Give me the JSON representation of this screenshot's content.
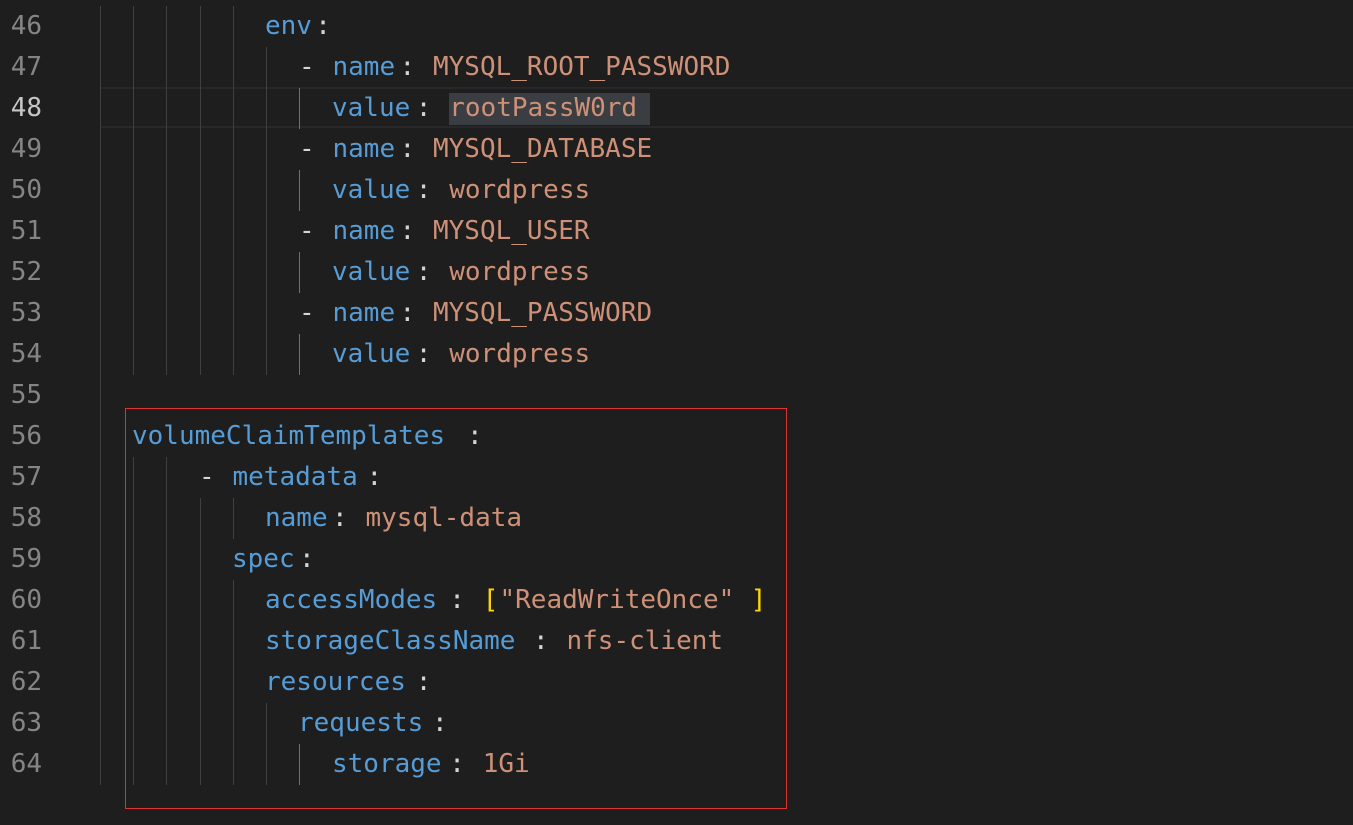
{
  "editor": {
    "current_line": 48,
    "lines": [
      {
        "number": "46",
        "tokens": [
          {
            "t": "env",
            "c": "key"
          },
          {
            "t": ":",
            "c": "punc"
          }
        ]
      },
      {
        "number": "47",
        "tokens": [
          {
            "t": "- ",
            "c": "dash"
          },
          {
            "t": "name",
            "c": "key"
          },
          {
            "t": ": ",
            "c": "punc"
          },
          {
            "t": "MYSQL_ROOT_PASSWORD",
            "c": "str"
          }
        ]
      },
      {
        "number": "48",
        "tokens": [
          {
            "t": "value",
            "c": "key"
          },
          {
            "t": ": ",
            "c": "punc"
          },
          {
            "t": "rootPassW0rd",
            "c": "str"
          }
        ]
      },
      {
        "number": "49",
        "tokens": [
          {
            "t": "- ",
            "c": "dash"
          },
          {
            "t": "name",
            "c": "key"
          },
          {
            "t": ": ",
            "c": "punc"
          },
          {
            "t": "MYSQL_DATABASE",
            "c": "str"
          }
        ]
      },
      {
        "number": "50",
        "tokens": [
          {
            "t": "value",
            "c": "key"
          },
          {
            "t": ": ",
            "c": "punc"
          },
          {
            "t": "wordpress",
            "c": "str"
          }
        ]
      },
      {
        "number": "51",
        "tokens": [
          {
            "t": "- ",
            "c": "dash"
          },
          {
            "t": "name",
            "c": "key"
          },
          {
            "t": ": ",
            "c": "punc"
          },
          {
            "t": "MYSQL_USER",
            "c": "str"
          }
        ]
      },
      {
        "number": "52",
        "tokens": [
          {
            "t": "value",
            "c": "key"
          },
          {
            "t": ": ",
            "c": "punc"
          },
          {
            "t": "wordpress",
            "c": "str"
          }
        ]
      },
      {
        "number": "53",
        "tokens": [
          {
            "t": "- ",
            "c": "dash"
          },
          {
            "t": "name",
            "c": "key"
          },
          {
            "t": ": ",
            "c": "punc"
          },
          {
            "t": "MYSQL_PASSWORD",
            "c": "str"
          }
        ]
      },
      {
        "number": "54",
        "tokens": [
          {
            "t": "value",
            "c": "key"
          },
          {
            "t": ": ",
            "c": "punc"
          },
          {
            "t": "wordpress",
            "c": "str"
          }
        ]
      },
      {
        "number": "55",
        "tokens": []
      },
      {
        "number": "56",
        "tokens": [
          {
            "t": "volumeClaimTemplates",
            "c": "key"
          },
          {
            "t": ":",
            "c": "punc"
          }
        ]
      },
      {
        "number": "57",
        "tokens": [
          {
            "t": "- ",
            "c": "dash"
          },
          {
            "t": "metadata",
            "c": "key"
          },
          {
            "t": ":",
            "c": "punc"
          }
        ]
      },
      {
        "number": "58",
        "tokens": [
          {
            "t": "name",
            "c": "key"
          },
          {
            "t": ": ",
            "c": "punc"
          },
          {
            "t": "mysql-data",
            "c": "str"
          }
        ]
      },
      {
        "number": "59",
        "tokens": [
          {
            "t": "spec",
            "c": "key"
          },
          {
            "t": ":",
            "c": "punc"
          }
        ]
      },
      {
        "number": "60",
        "tokens": [
          {
            "t": "accessModes",
            "c": "key"
          },
          {
            "t": ": ",
            "c": "punc"
          },
          {
            "t": "[",
            "c": "bracket"
          },
          {
            "t": "\"ReadWriteOnce\"",
            "c": "str"
          },
          {
            "t": "]",
            "c": "bracket"
          }
        ]
      },
      {
        "number": "61",
        "tokens": [
          {
            "t": "storageClassName",
            "c": "key"
          },
          {
            "t": ": ",
            "c": "punc"
          },
          {
            "t": "nfs-client",
            "c": "str"
          }
        ]
      },
      {
        "number": "62",
        "tokens": [
          {
            "t": "resources",
            "c": "key"
          },
          {
            "t": ":",
            "c": "punc"
          }
        ]
      },
      {
        "number": "63",
        "tokens": [
          {
            "t": "requests",
            "c": "key"
          },
          {
            "t": ":",
            "c": "punc"
          }
        ]
      },
      {
        "number": "64",
        "tokens": [
          {
            "t": "storage",
            "c": "key"
          },
          {
            "t": ": ",
            "c": "punc"
          },
          {
            "t": "1Gi",
            "c": "str"
          }
        ]
      }
    ]
  },
  "colors": {
    "background": "#1e1e1e",
    "key": "#569cd6",
    "string": "#ce9178",
    "bracket": "#ffd700",
    "line_number": "#858585",
    "annotation_box": "#e03030"
  }
}
